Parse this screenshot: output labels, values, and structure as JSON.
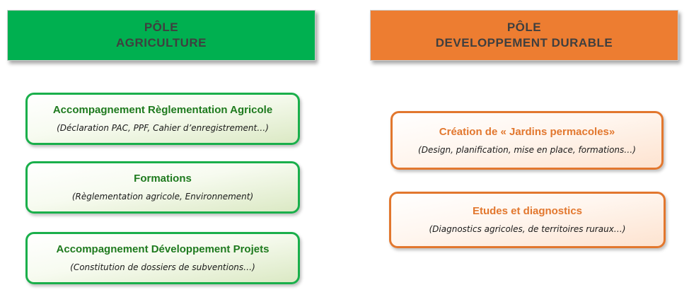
{
  "left_pole": {
    "line1": "PÔLE",
    "line2": "AGRICULTURE",
    "color": "#00b050",
    "items": [
      {
        "title": "Accompagnement Règlementation Agricole",
        "subtitle": "(Déclaration PAC, PPF, Cahier d’enregistrement…)"
      },
      {
        "title": "Formations",
        "subtitle": "(Règlementation agricole, Environnement)"
      },
      {
        "title": "Accompagnement Développement Projets",
        "subtitle": "(Constitution de dossiers de subventions…)"
      }
    ]
  },
  "right_pole": {
    "line1": "PÔLE",
    "line2": "DEVELOPPEMENT DURABLE",
    "color": "#ed7d31",
    "items": [
      {
        "title": "Création de « Jardins permacoles»",
        "subtitle": "(Design, planification, mise en place, formations…)"
      },
      {
        "title": "Etudes et diagnostics",
        "subtitle": "(Diagnostics agricoles, de territoires ruraux…)"
      }
    ]
  }
}
